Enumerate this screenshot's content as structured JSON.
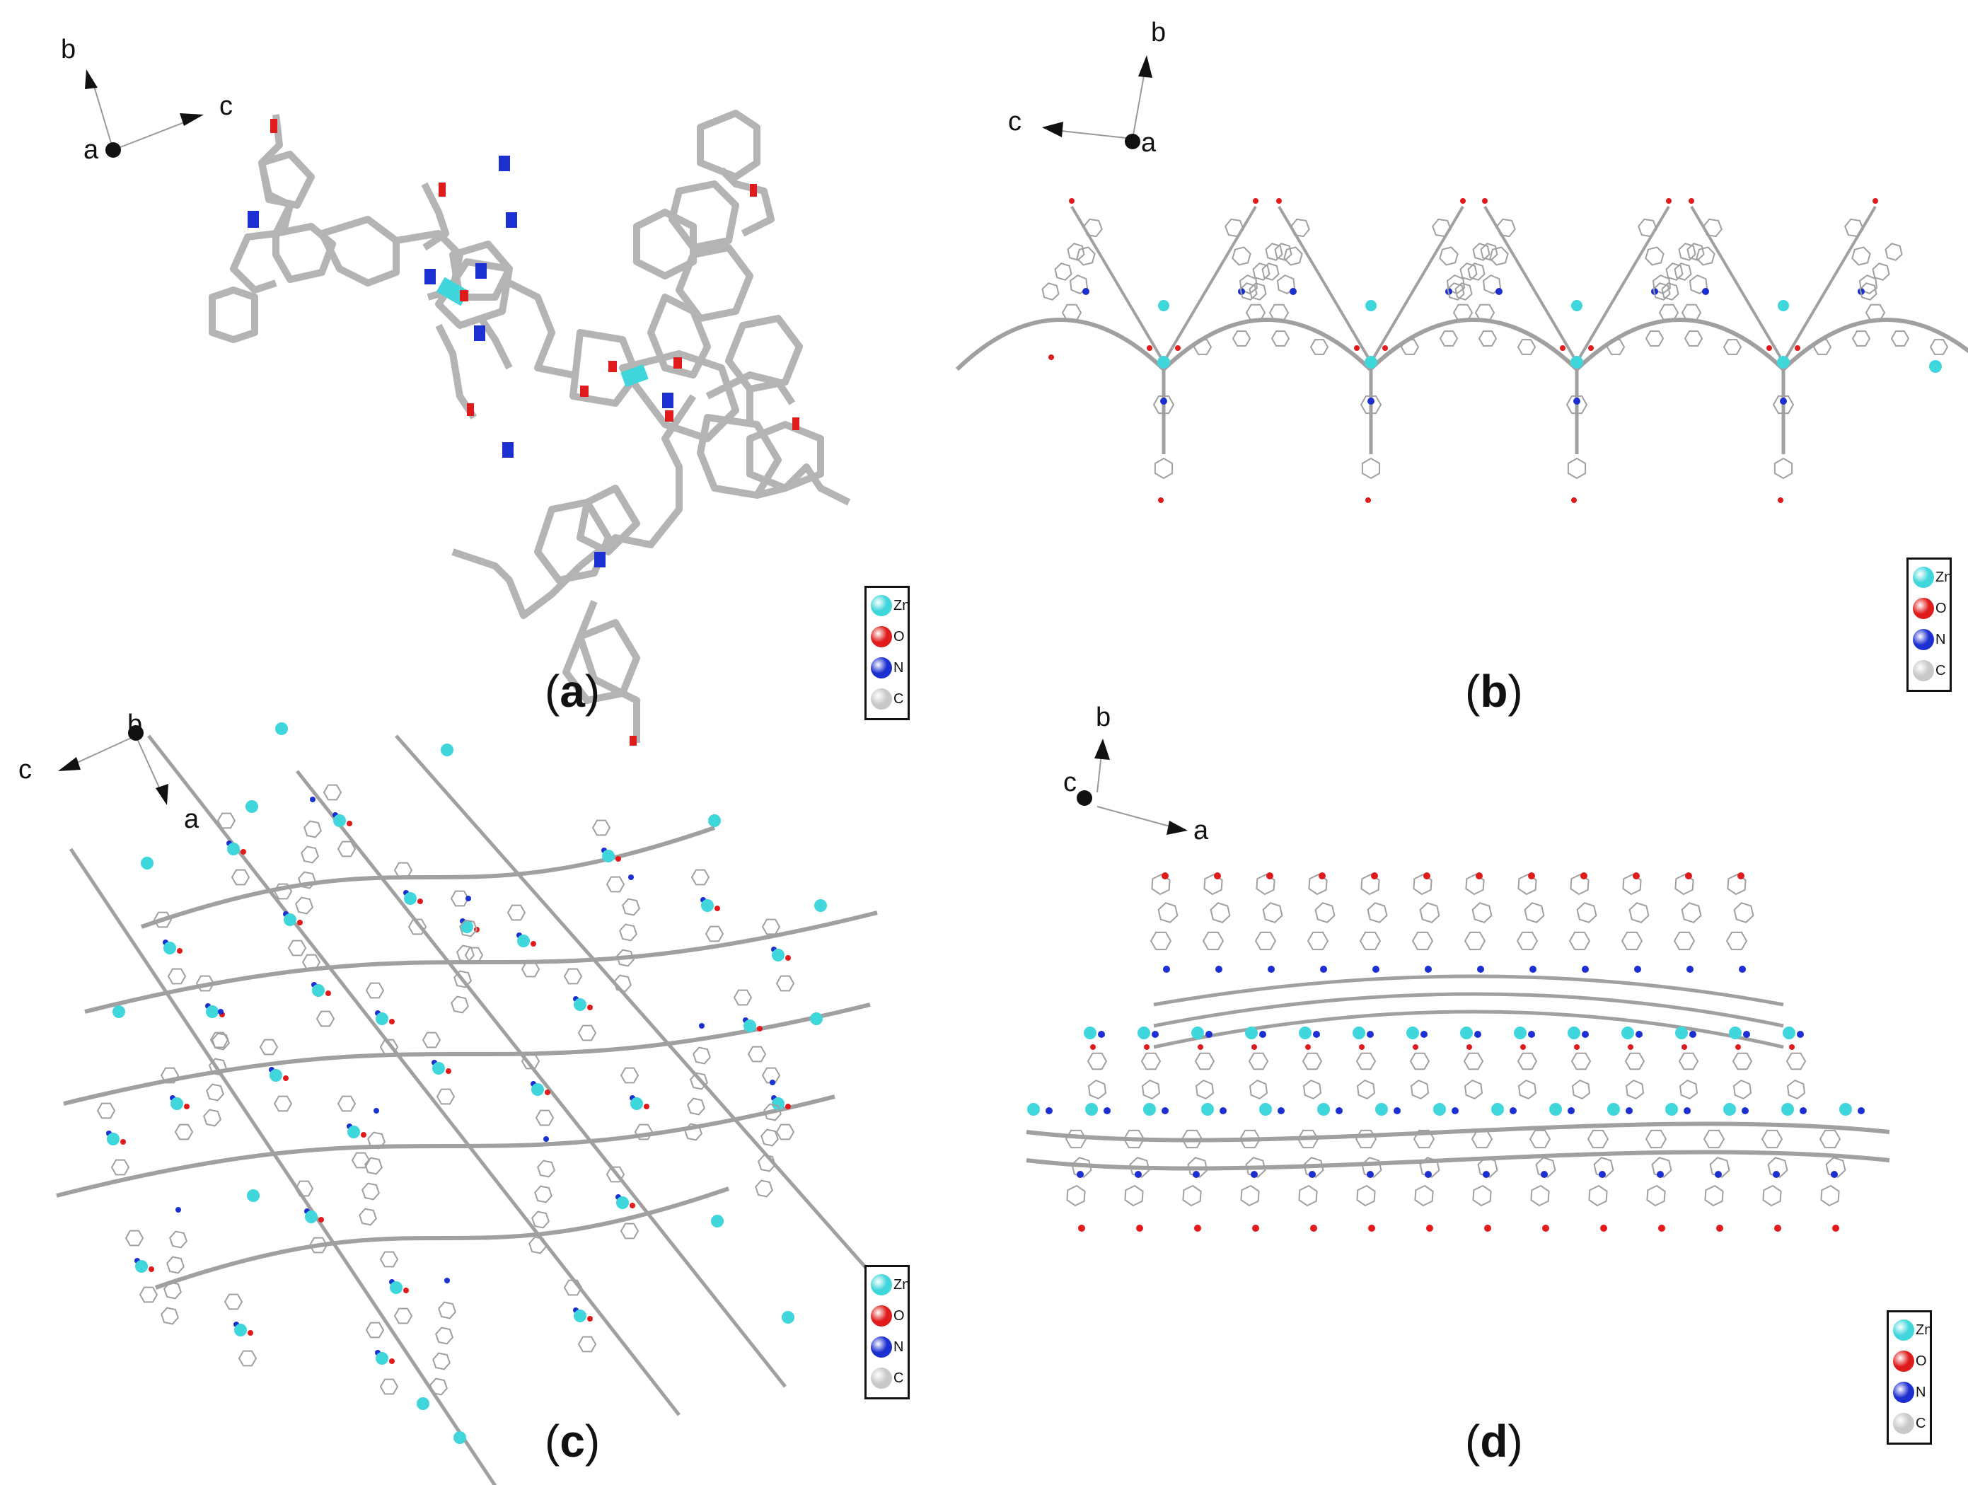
{
  "legend": {
    "items": [
      {
        "symbol": "Zn",
        "color": "#3fd6dc"
      },
      {
        "symbol": "O",
        "color": "#e01b1b"
      },
      {
        "symbol": "N",
        "color": "#1c2fd0"
      },
      {
        "symbol": "C",
        "color": "#c8c8c8"
      }
    ]
  },
  "panels": [
    {
      "id": "a",
      "caption": {
        "open": "(",
        "letter": "a",
        "close": ")"
      },
      "axes": {
        "first": "b",
        "second": "c",
        "view": "a"
      }
    },
    {
      "id": "b",
      "caption": {
        "open": "(",
        "letter": "b",
        "close": ")"
      },
      "axes": {
        "first": "b",
        "second": "c",
        "view": "a"
      }
    },
    {
      "id": "c",
      "caption": {
        "open": "(",
        "letter": "c",
        "close": ")"
      },
      "axes": {
        "first": "c",
        "second": "a",
        "view": "b"
      }
    },
    {
      "id": "d",
      "caption": {
        "open": "(",
        "letter": "d",
        "close": ")"
      },
      "axes": {
        "first": "b",
        "second": "a",
        "view": "c"
      }
    }
  ],
  "colors": {
    "bond": "#a0a0a0",
    "bond_dark": "#707070",
    "zn": "#3fd6dc",
    "o": "#e01b1b",
    "n": "#1c2fd0"
  }
}
